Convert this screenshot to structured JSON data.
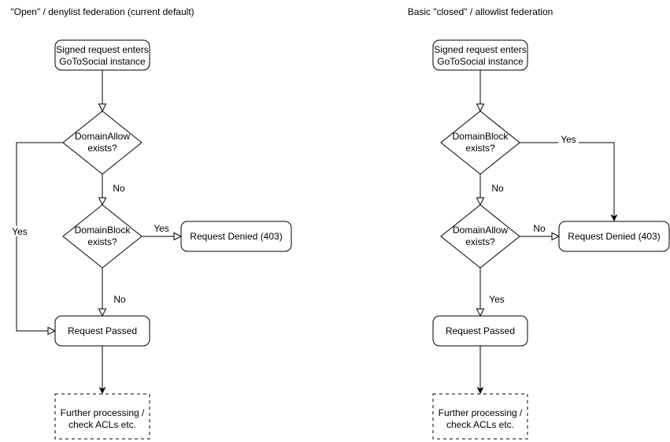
{
  "colors": {
    "background": "#ffffff",
    "stroke": "#000000",
    "text": "#000000",
    "node_fill": "#ffffff"
  },
  "left": {
    "title": "\"Open\" / denylist federation (current default)",
    "start": {
      "line1": "Signed request enters",
      "line2": "GoToSocial instance"
    },
    "decision1": {
      "line1": "DomainAllow",
      "line2": "exists?"
    },
    "decision2": {
      "line1": "DomainBlock",
      "line2": "exists?"
    },
    "denied": "Request Denied (403)",
    "passed": "Request Passed",
    "further": {
      "line1": "Further processing /",
      "line2": "check ACLs etc."
    },
    "edge_labels": {
      "d1_no": "No",
      "d1_yes": "Yes",
      "d2_yes": "Yes",
      "d2_no": "No"
    }
  },
  "right": {
    "title": "Basic \"closed\" / allowlist federation",
    "start": {
      "line1": "Signed request enters",
      "line2": "GoToSocial instance"
    },
    "decision1": {
      "line1": "DomainBlock",
      "line2": "exists?"
    },
    "decision2": {
      "line1": "DomainAllow",
      "line2": "exists?"
    },
    "denied": "Request Denied (403)",
    "passed": "Request Passed",
    "further": {
      "line1": "Further processing /",
      "line2": "check ACLs etc."
    },
    "edge_labels": {
      "d1_yes": "Yes",
      "d1_no": "No",
      "d2_no": "No",
      "d2_yes": "Yes"
    }
  }
}
